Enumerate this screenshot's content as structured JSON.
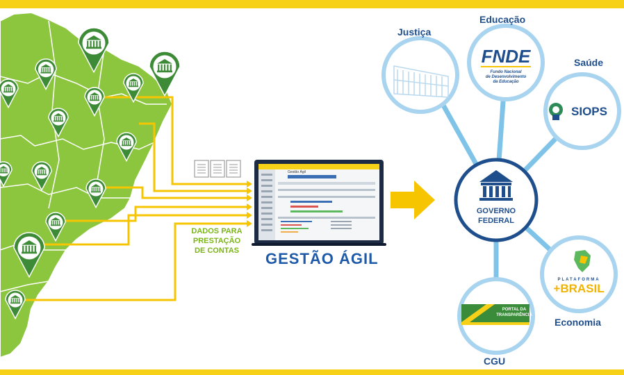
{
  "labels": {
    "dados": [
      "DADOS PARA",
      "PRESTAÇÃO",
      "DE CONTAS"
    ],
    "gestao": "GESTÃO ÁGIL",
    "center": [
      "GOVERNO",
      "FEDERAL"
    ]
  },
  "nodes": [
    {
      "id": "justica",
      "label": "Justiça"
    },
    {
      "id": "educacao",
      "label": "Educação",
      "logo": "FNDE",
      "logo_sub": [
        "Fundo Nacional",
        "de Desenvolvimento",
        "da Educação"
      ]
    },
    {
      "id": "saude",
      "label": "Saúde",
      "logo": "SIOPS"
    },
    {
      "id": "economia",
      "label": "Economia",
      "logo_top": "PLATAFORMA",
      "logo": "+BRASIL"
    },
    {
      "id": "cgu",
      "label": "CGU",
      "logo": [
        "PORTAL DA",
        "TRANSPARÊNCIA"
      ]
    }
  ],
  "screen": {
    "title": "Gestão Ágil"
  },
  "colors": {
    "map": "#8cc63f",
    "map_border": "#ffffff",
    "pin": "#3d8b37",
    "connector": "#f7c500",
    "circle": "#a8d4f0",
    "spoke": "#7fc4e8",
    "center_ring": "#1f4e8c",
    "label": "#1f4e8c",
    "dados": "#7cb518",
    "gestao": "#1f5aa8",
    "yellow": "#f7d117"
  },
  "icons": [
    "building-pin-icon",
    "document-stack-icon",
    "government-building-icon",
    "arrow-right-icon",
    "laptop-icon"
  ]
}
